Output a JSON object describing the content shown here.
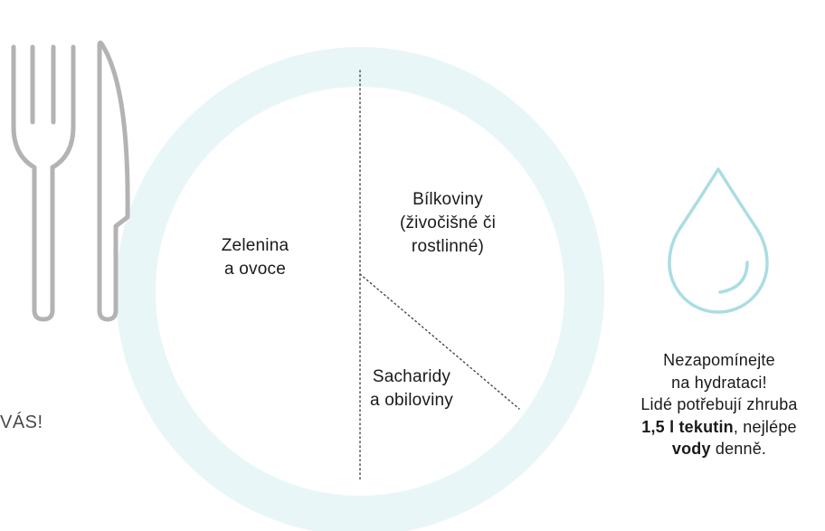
{
  "plate": {
    "vegetables": [
      "Zelenina",
      "a ovoce"
    ],
    "proteins": [
      "Bílkoviny",
      "(živočišné či",
      "rostlinné)"
    ],
    "carbs": [
      "Sacharidy",
      "a obiloviny"
    ]
  },
  "hydration": {
    "line1": "Nezapomínejte",
    "line2": "na hydrataci!",
    "line3": "Lidé potřebují zhruba",
    "amount": "1,5 l tekutin",
    "line4_rest": ", nejlépe",
    "water": "vody",
    "line5_rest": " denně."
  },
  "left_text": "VÁS!",
  "icons": [
    "fork-icon",
    "knife-icon",
    "water-drop-icon"
  ],
  "colors": {
    "plate_ring": "#e9f6f7",
    "cutlery": "#b3b3b3",
    "drop": "#a9dde3",
    "divider": "#444444",
    "text": "#1a1a1a"
  }
}
